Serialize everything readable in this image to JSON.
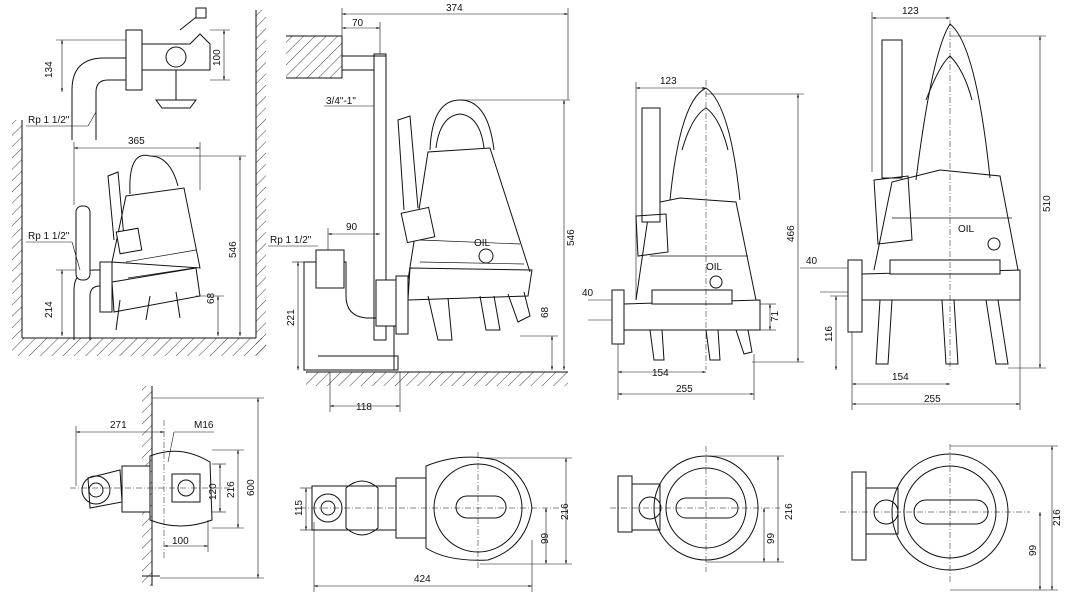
{
  "colors": {
    "line": "#111111",
    "background": "#ffffff"
  },
  "views": {
    "top_left_detail": {
      "dims": [
        "134",
        "100"
      ],
      "thread": "Rp 1 1/2\""
    },
    "left_installation": {
      "dims": [
        "365",
        "546",
        "214",
        "68"
      ],
      "thread": "Rp 1 1/2\""
    },
    "main_installation": {
      "dims": [
        "374",
        "70",
        "90",
        "546",
        "221",
        "68",
        "118"
      ],
      "pipe": "3/4\"-1\"",
      "thread": "Rp 1 1/2\"",
      "oil": "OIL"
    },
    "pump_side_small": {
      "dims": [
        "123",
        "466",
        "40",
        "71",
        "154",
        "255"
      ],
      "oil": "OIL"
    },
    "pump_side_large": {
      "dims": [
        "123",
        "510",
        "40",
        "116",
        "154",
        "255"
      ],
      "oil": "OIL"
    },
    "plan_left": {
      "dims": [
        "271",
        "M16",
        "120",
        "216",
        "600",
        "100"
      ]
    },
    "plan_main": {
      "dims": [
        "115",
        "216",
        "99",
        "424"
      ]
    },
    "plan_small": {
      "dims": [
        "216",
        "99"
      ]
    },
    "plan_large": {
      "dims": [
        "216",
        "99"
      ]
    }
  }
}
